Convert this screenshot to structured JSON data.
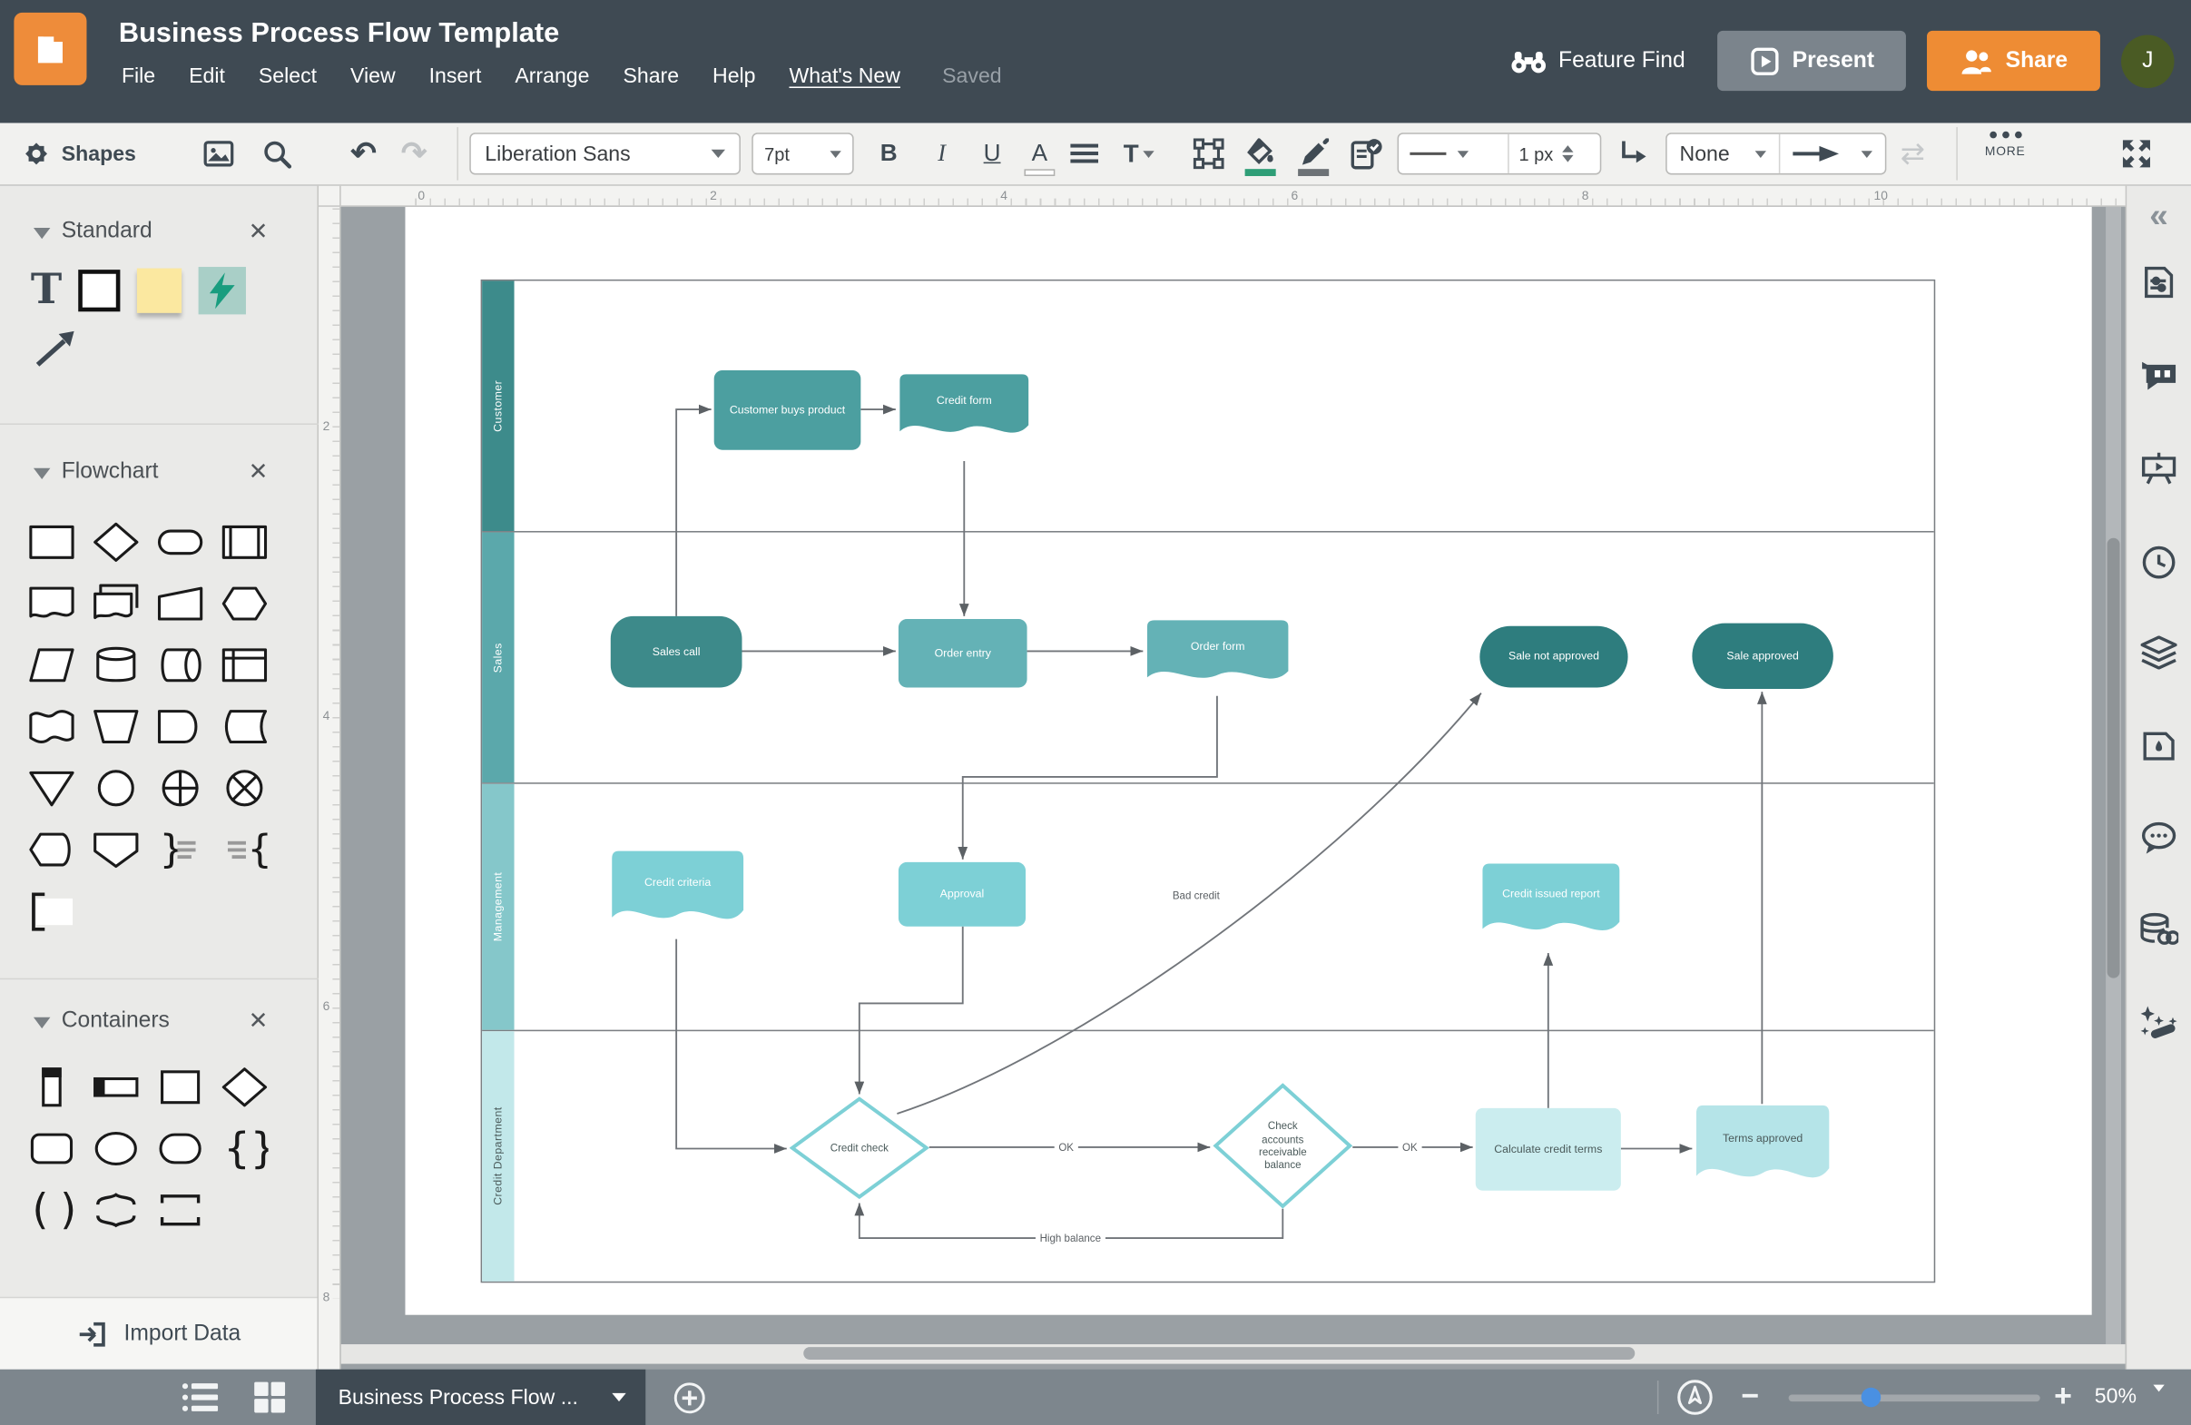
{
  "header": {
    "title": "Business Process Flow Template",
    "menu": [
      "File",
      "Edit",
      "Select",
      "View",
      "Insert",
      "Arrange",
      "Share",
      "Help",
      "What's New"
    ],
    "saved_status": "Saved",
    "feature_find_label": "Feature Find",
    "present_label": "Present",
    "share_label": "Share",
    "avatar_initial": "J"
  },
  "toolbar": {
    "shapes_label": "Shapes",
    "font_family": "Liberation Sans",
    "font_size": "7pt",
    "bold": "B",
    "italic": "I",
    "underline": "U",
    "font_color": "A",
    "line_width": "1 px",
    "line_endpoint": "None",
    "more_label": "MORE",
    "icons": [
      "gear",
      "image",
      "search",
      "undo",
      "redo",
      "align",
      "text-style",
      "shape-frame",
      "fill-bucket",
      "line-pencil",
      "shape-style",
      "line-style",
      "elbow-connector",
      "arrowhead",
      "swap-endpoints",
      "fullscreen"
    ]
  },
  "sidebar": {
    "sections": [
      {
        "title": "Standard",
        "icons": [
          "text",
          "rectangle",
          "sticky-note",
          "lightning-bolt",
          "arrow"
        ]
      },
      {
        "title": "Flowchart",
        "icons": [
          "process",
          "decision",
          "terminator",
          "predefined-process",
          "document",
          "multi-document",
          "manual-input",
          "preparation",
          "data",
          "database",
          "direct-data",
          "internal-storage",
          "paper-tape",
          "manual-operation",
          "delay",
          "stored-data",
          "merge",
          "connector",
          "or",
          "summing-junction",
          "display",
          "off-page-connector",
          "brace-right",
          "brace-left",
          "note"
        ]
      },
      {
        "title": "Containers",
        "icons": [
          "vertical-swimlane",
          "horizontal-swimlane",
          "rectangle",
          "diamond",
          "rounded-rectangle",
          "ellipse",
          "pill",
          "curly-braces",
          "parentheses",
          "horizontal-braces",
          "horizontal-brackets"
        ]
      }
    ],
    "import_label": "Import Data"
  },
  "canvas": {
    "ruler_top": [
      "0",
      "2",
      "4",
      "6",
      "8",
      "10"
    ],
    "ruler_left": [
      "2",
      "4",
      "6",
      "8"
    ],
    "lanes": [
      {
        "label": "Customer",
        "band_color": "#3d8b8b"
      },
      {
        "label": "Sales",
        "band_color": "#5ba8ab"
      },
      {
        "label": "Management",
        "band_color": "#85c7ca"
      },
      {
        "label": "Credit Department",
        "band_color": "#c2e8ea"
      }
    ],
    "nodes": [
      {
        "id": "customer-buys-product",
        "label": "Customer buys product",
        "shape": "rounded-rectangle",
        "fill": "#4c9fa0",
        "text_color": "#ffffff"
      },
      {
        "id": "credit-form",
        "label": "Credit form",
        "shape": "document",
        "fill": "#4c9fa0",
        "text_color": "#ffffff"
      },
      {
        "id": "sales-call",
        "label": "Sales call",
        "shape": "terminator",
        "fill": "#3d8a8a",
        "text_color": "#ffffff"
      },
      {
        "id": "order-entry",
        "label": "Order entry",
        "shape": "rounded-rectangle",
        "fill": "#64b2b6",
        "text_color": "#ffffff"
      },
      {
        "id": "order-form",
        "label": "Order form",
        "shape": "document",
        "fill": "#64b2b6",
        "text_color": "#ffffff"
      },
      {
        "id": "sale-not-approved",
        "label": "Sale not approved",
        "shape": "stadium",
        "fill": "#2e7d7e",
        "text_color": "#ffffff"
      },
      {
        "id": "sale-approved",
        "label": "Sale approved",
        "shape": "stadium",
        "fill": "#2e7d7e",
        "text_color": "#ffffff"
      },
      {
        "id": "credit-criteria",
        "label": "Credit criteria",
        "shape": "document",
        "fill": "#7dd0d6",
        "text_color": "#ffffff"
      },
      {
        "id": "approval",
        "label": "Approval",
        "shape": "rounded-rectangle",
        "fill": "#7dd0d6",
        "text_color": "#ffffff"
      },
      {
        "id": "credit-issued-report",
        "label": "Credit issued report",
        "shape": "document",
        "fill": "#7dd0d6",
        "text_color": "#ffffff"
      },
      {
        "id": "credit-check",
        "label": "Credit check",
        "shape": "decision",
        "fill": "#ffffff",
        "border": "#7dd0d6",
        "text_color": "#4a5a5a"
      },
      {
        "id": "check-accounts-receivable-balance",
        "label": "Check accounts receivable balance",
        "shape": "decision",
        "fill": "#ffffff",
        "border": "#7dd0d6",
        "text_color": "#4a5a5a"
      },
      {
        "id": "calculate-credit-terms",
        "label": "Calculate credit terms",
        "shape": "rounded-rectangle",
        "fill": "#cbedef",
        "text_color": "#4a5a5a"
      },
      {
        "id": "terms-approved",
        "label": "Terms approved",
        "shape": "document",
        "fill": "#b5e4e8",
        "text_color": "#4a5a5a"
      }
    ],
    "edge_labels": [
      "Bad credit",
      "OK",
      "OK",
      "High balance"
    ]
  },
  "dock_icons": [
    "collapse",
    "document-settings",
    "notes",
    "presentation",
    "history",
    "layers",
    "page-style",
    "comments",
    "data-linking",
    "magic-wand"
  ],
  "footer": {
    "page_tab": "Business Process Flow ...",
    "zoom": "50%"
  },
  "colors": {
    "header_bg": "#3f4a53",
    "accent_orange": "#ee8c34",
    "toolbar_bg": "#f1f1ef",
    "sidebar_bg": "#eaeae8",
    "canvas_bg": "#9aa0a4",
    "footer_bg": "#7d868d",
    "fill_swatch": "#2f9e77",
    "line_swatch": "#6d7276",
    "slider_handle": "#4a90e2",
    "teal_dark": "#2e7d7e",
    "teal": "#4c9fa0",
    "teal_mid": "#64b2b6",
    "teal_light": "#7dd0d6",
    "teal_pale": "#cbedef"
  }
}
